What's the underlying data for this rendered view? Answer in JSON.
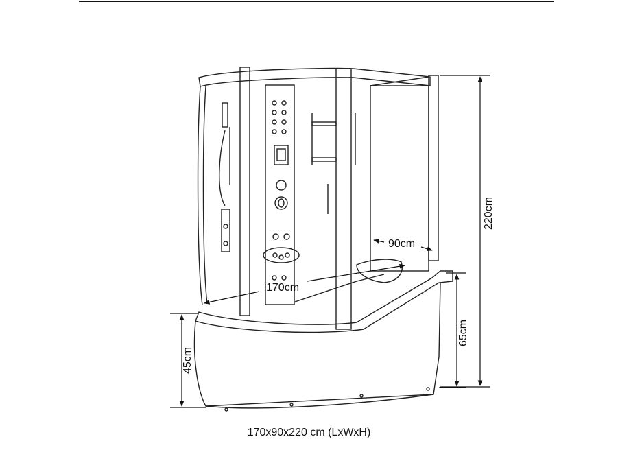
{
  "dimensions": {
    "length_label": "170cm",
    "width_label": "90cm",
    "height_label": "220cm",
    "tray_height_label": "65cm",
    "seat_height_label": "45cm"
  },
  "caption": "170x90x220 cm (LxWxH)"
}
